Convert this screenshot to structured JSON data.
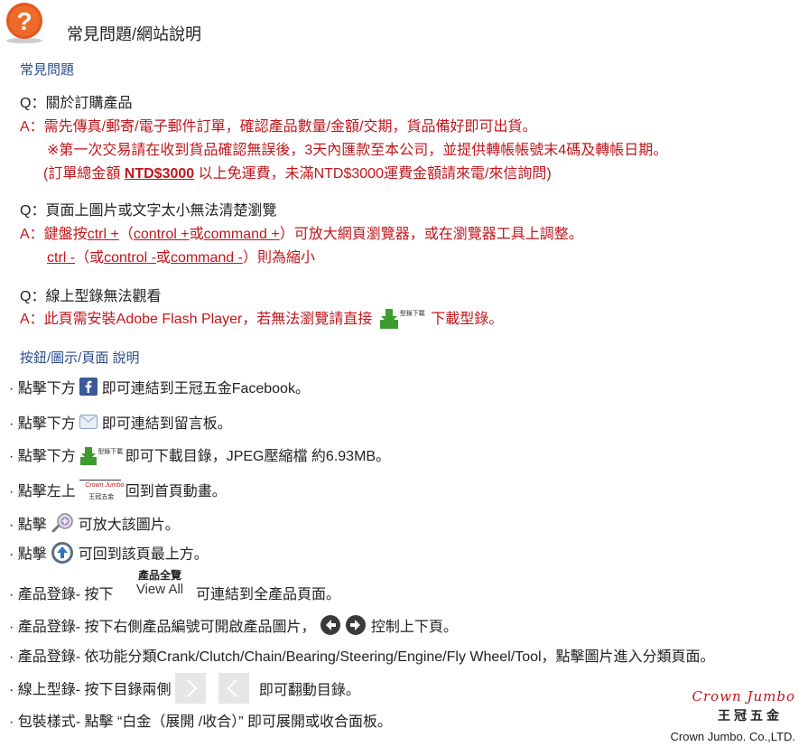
{
  "header": {
    "title": "常見問題/網站說明"
  },
  "faq": {
    "section_title": "常見問題",
    "q1": "Q：關於訂購產品",
    "a1_line1": "A：需先傳真/郵寄/電子郵件訂單，確認產品數量/金額/交期，貨品備好即可出貨。",
    "a1_line2": "※第一次交易請在收到貨品確認無誤後，3天內匯款至本公司，並提供轉帳帳號末4碼及轉帳日期。",
    "a1_line3_pre": "(訂單總金額 ",
    "a1_line3_amount": "NTD$3000",
    "a1_line3_post": " 以上免運費，未滿NTD$3000運費金額請來電/來信詢問)",
    "q2": "Q：頁面上圖片或文字太小無法清楚瀏覽",
    "a2_pre": "A：鍵盤按",
    "a2_link1": "ctrl +",
    "a2_mid1": "（",
    "a2_link2": "control +",
    "a2_mid2": "或",
    "a2_link3": "command +",
    "a2_post": "）可放大網頁瀏覽器，或在瀏覽器工具上調整。",
    "a2b_link1": "ctrl -",
    "a2b_mid1": "（或",
    "a2b_link2": "control -",
    "a2b_mid2": "或",
    "a2b_link3": "command -",
    "a2b_post": "）則為縮小",
    "q3": "Q：線上型錄無法觀看",
    "a3_pre": "A：此頁需安裝Adobe Flash Player，若無法瀏覽請直接",
    "a3_post": "下載型錄。"
  },
  "buttons": {
    "section_title": "按鈕/圖示/頁面 說明",
    "fb_pre": "· 點擊下方",
    "fb_post": "即可連結到王冠五金Facebook。",
    "mail_pre": "· 點擊下方",
    "mail_post": "即可連結到留言板。",
    "dl_pre": "· 點擊下方",
    "dl_post": "即可下載目錄，JPEG壓縮檔 約6.93MB。",
    "home_pre": "· 點擊左上",
    "home_post": "回到首頁動畫。",
    "zoom_pre": "· 點擊",
    "zoom_post": "可放大該圖片。",
    "top_pre": "· 點擊",
    "top_post": "可回到該頁最上方。",
    "view_pre": "· 產品登錄-  按下",
    "view_btn_top": "產品全覽",
    "view_btn_bottom": "View All",
    "view_post": "可連結到全產品頁面。",
    "code_line_pre": "· 產品登錄-  按下右側產品編號可開啟產品圖片，",
    "code_line_post": "控制上下頁。",
    "cat_line": "· 產品登錄-  依功能分類Crank/Clutch/Chain/Bearing/Steering/Engine/Fly Wheel/Tool，點擊圖片進入分類頁面。",
    "flip_pre": "· 線上型錄-  按下目錄兩側",
    "flip_post": "即可翻動目錄。",
    "pack_line": "· 包裝樣式-  點擊 “白金（展開 /收合）” 即可展開或收合面板。",
    "download_icon_label": "型錄下載"
  },
  "logo": {
    "script": "Crown  Jumbo",
    "chinese": "王冠五金",
    "english": "Crown Jumbo. Co.,LTD.",
    "mini_script": "Crown Jumbo",
    "mini_chinese": "王冠五金"
  },
  "icons": [
    "help-icon",
    "facebook-icon",
    "mail-icon",
    "download-icon",
    "home-logo-icon",
    "zoom-icon",
    "top-arrow-icon",
    "view-all-button",
    "prev-arrow-icon",
    "next-arrow-icon",
    "flip-left-icon",
    "flip-right-icon"
  ],
  "colors": {
    "red": "#c0161c",
    "blue": "#2b4a8a",
    "help_orange": "#e2561d",
    "green": "#3c9a2f"
  }
}
